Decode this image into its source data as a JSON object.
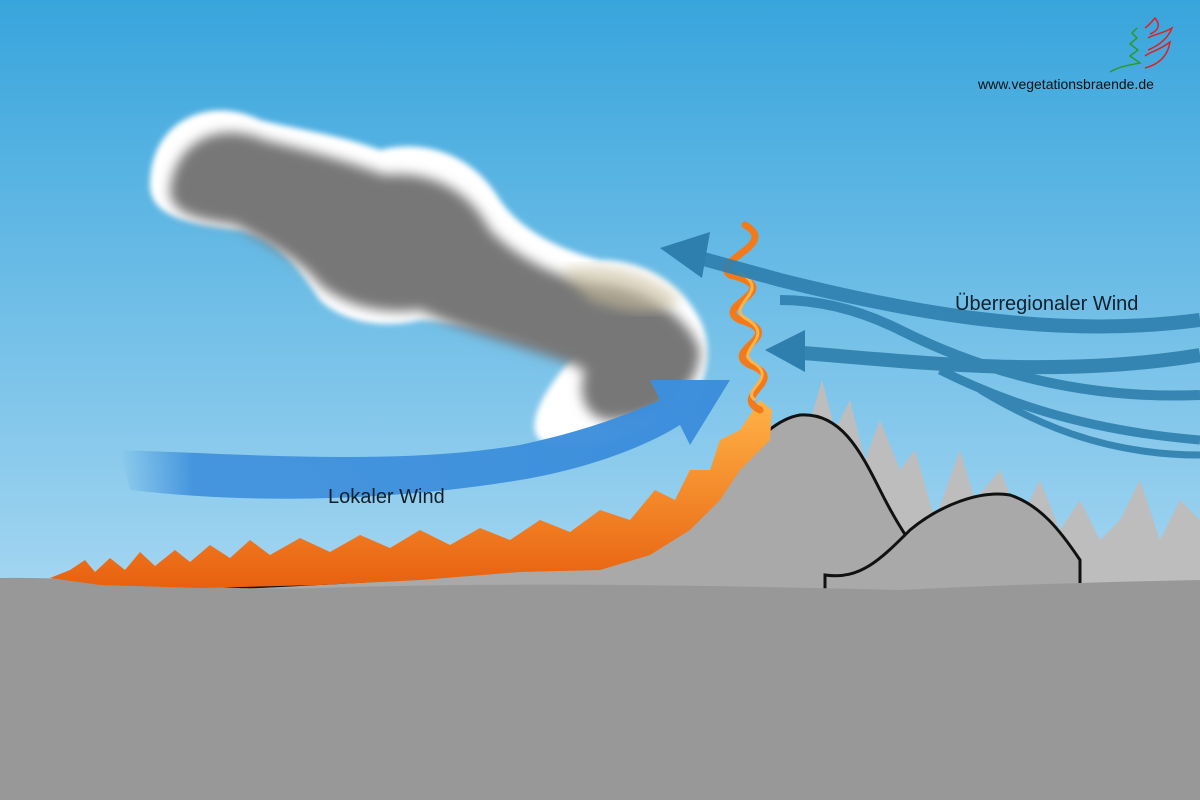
{
  "labels": {
    "local_wind": "Lokaler Wind",
    "regional_wind": "Überregionaler Wind"
  },
  "logo": {
    "url": "www.vegetationsbraende.de"
  },
  "colors": {
    "sky_top": "#38a5dc",
    "sky_bottom": "#d4ecf8",
    "ground": "#989898",
    "hill": "#a9a9a9",
    "fire": "#f07a1a",
    "local_wind": "#3d8fdc",
    "regional_wind": "#2e7fae",
    "smoke": "#7a7a7a"
  }
}
